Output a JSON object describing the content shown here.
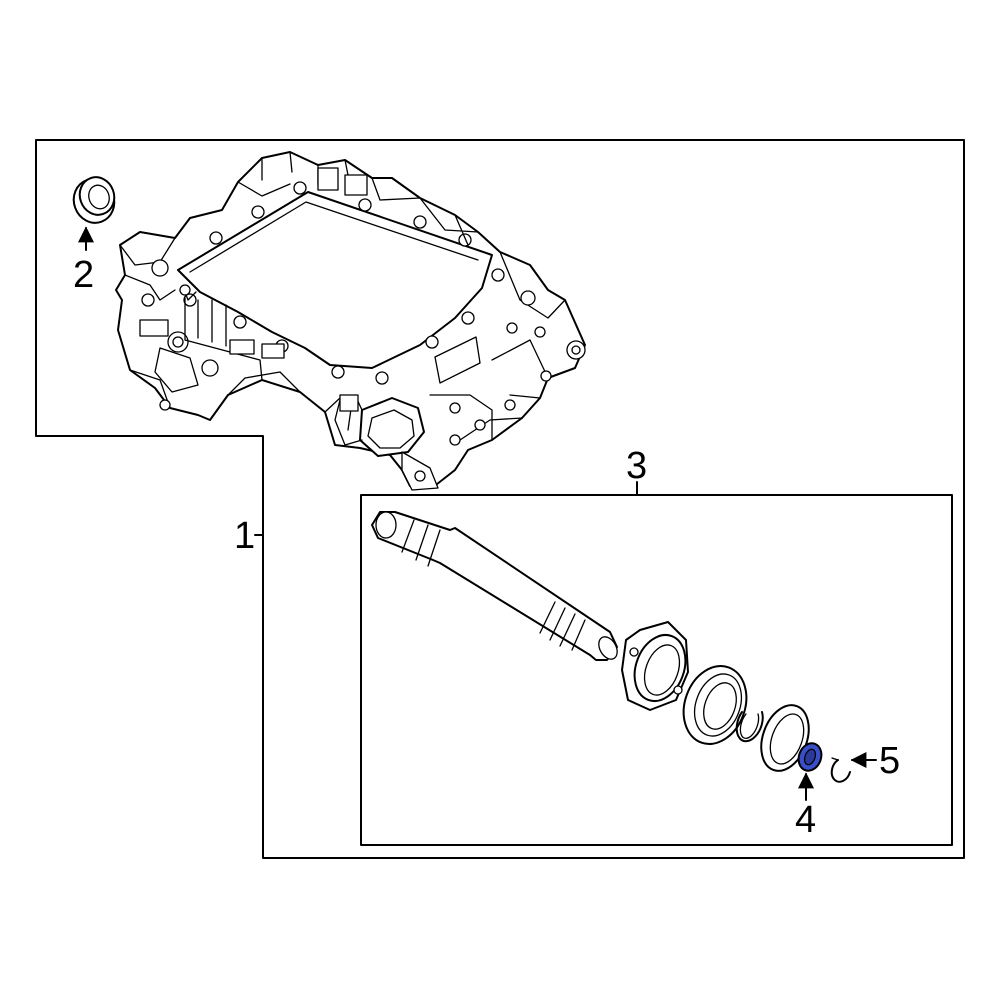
{
  "callouts": {
    "c1": "1",
    "c2": "2",
    "c3": "3",
    "c4": "4",
    "c5": "5"
  },
  "colors": {
    "highlight": "#3a4fc7",
    "line": "#000000",
    "background": "#ffffff"
  }
}
